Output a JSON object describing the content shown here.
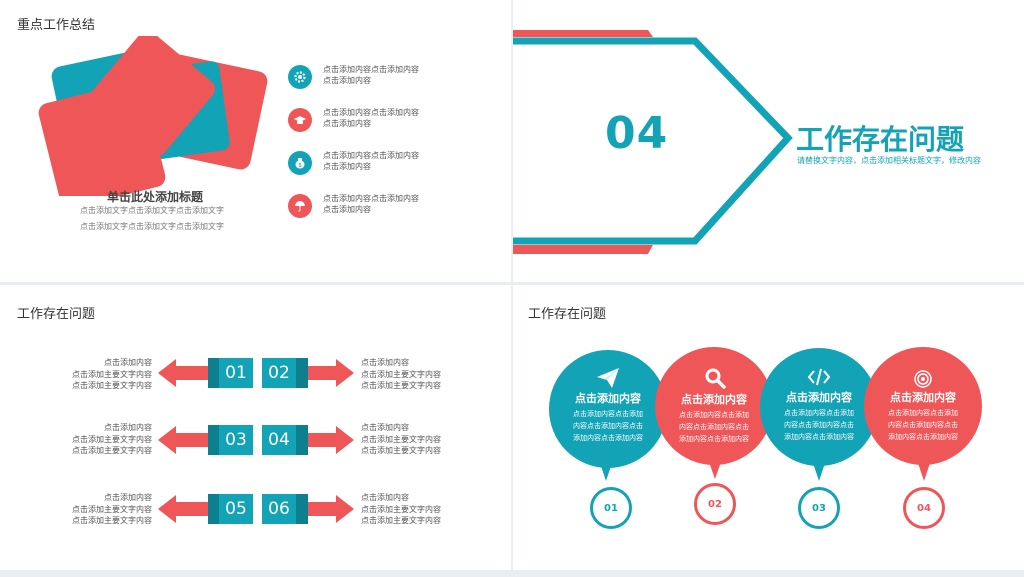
{
  "panel1": {
    "title": "重点工作总结",
    "heading": "单击此处添加标题",
    "sub1": "点击添加文字点击添加文字点击添加文字",
    "sub2": "点击添加文字点击添加文字点击添加文字",
    "items": [
      {
        "icon": "gear-icon",
        "color": "#13a3b6",
        "line1": "点击添加内容点击添加内容",
        "line2": "点击添加内容"
      },
      {
        "icon": "graduation-cap-icon",
        "color": "#ef5658",
        "line1": "点击添加内容点击添加内容",
        "line2": "点击添加内容"
      },
      {
        "icon": "money-bag-icon",
        "color": "#13a3b6",
        "line1": "点击添加内容点击添加内容",
        "line2": "点击添加内容"
      },
      {
        "icon": "umbrella-icon",
        "color": "#ef5658",
        "line1": "点击添加内容点击添加内容",
        "line2": "点击添加内容"
      }
    ]
  },
  "panel2": {
    "number": "04",
    "title": "工作存在问题",
    "subtitle": "请替换文字内容，点击添加相关标题文字，修改内容"
  },
  "panel3": {
    "title": "工作存在问题",
    "rows": [
      {
        "left_num": "01",
        "right_num": "02",
        "left": [
          "点击添加内容",
          "点击添加主要文字内容",
          "点击添加主要文字内容"
        ],
        "right": [
          "点击添加内容",
          "点击添加主要文字内容",
          "点击添加主要文字内容"
        ]
      },
      {
        "left_num": "03",
        "right_num": "04",
        "left": [
          "点击添加内容",
          "点击添加主要文字内容",
          "点击添加主要文字内容"
        ],
        "right": [
          "点击添加内容",
          "点击添加主要文字内容",
          "点击添加主要文字内容"
        ]
      },
      {
        "left_num": "05",
        "right_num": "06",
        "left": [
          "点击添加内容",
          "点击添加主要文字内容",
          "点击添加主要文字内容"
        ],
        "right": [
          "点击添加内容",
          "点击添加主要文字内容",
          "点击添加主要文字内容"
        ]
      }
    ]
  },
  "panel4": {
    "title": "工作存在问题",
    "circles": [
      {
        "icon": "paper-plane-icon",
        "color": "#13a3b6",
        "heading": "点击添加内容",
        "body": [
          "点击添加内容点击添加",
          "内容点击添加内容点击",
          "添加内容点击添加内容"
        ],
        "num": "01"
      },
      {
        "icon": "search-icon",
        "color": "#ef5658",
        "heading": "点击添加内容",
        "body": [
          "点击添加内容点击添加",
          "内容点击添加内容点击",
          "添加内容点击添加内容"
        ],
        "num": "02"
      },
      {
        "icon": "code-icon",
        "color": "#13a3b6",
        "heading": "点击添加内容",
        "body": [
          "点击添加内容点击添加",
          "内容点击添加内容点击",
          "添加内容点击添加内容"
        ],
        "num": "03"
      },
      {
        "icon": "target-icon",
        "color": "#ef5658",
        "heading": "点击添加内容",
        "body": [
          "点击添加内容点击添加",
          "内容点击添加内容点击",
          "添加内容点击添加内容"
        ],
        "num": "04"
      }
    ]
  }
}
